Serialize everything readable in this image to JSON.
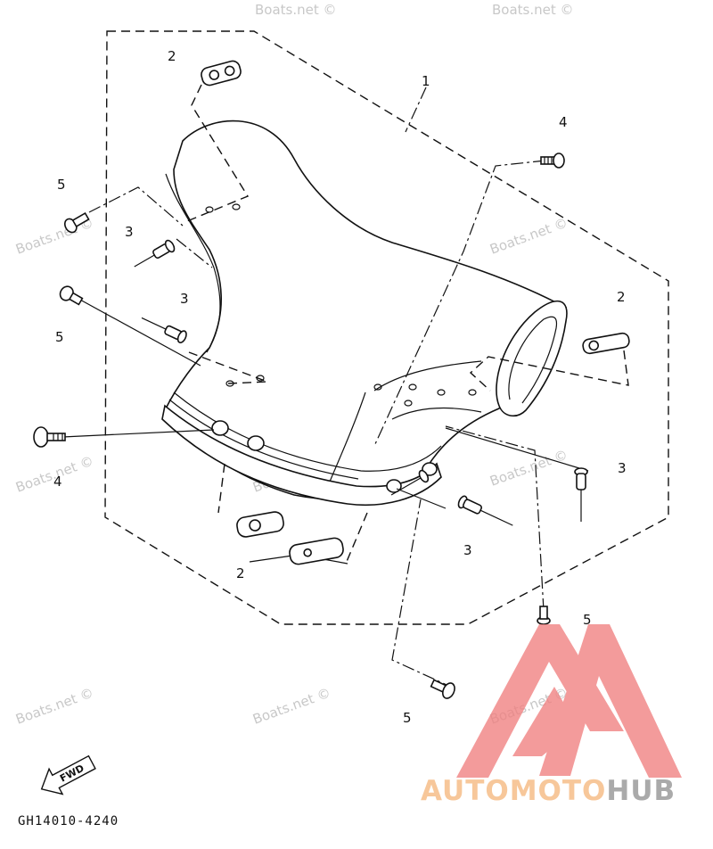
{
  "diagram": {
    "callouts": {
      "cowling": "1",
      "grommet_top": "2",
      "grommet_right": "2",
      "grommet_bottom": "2",
      "rivet_left_upper": "3",
      "rivet_left_mid": "3",
      "rivet_right": "3",
      "rivet_bottom": "3",
      "screw_top_right": "4",
      "screw_left": "4",
      "bolt_left_upper": "5",
      "bolt_left_mid": "5",
      "bolt_right": "5",
      "bolt_bottom": "5"
    },
    "part_code": "GH14010-4240",
    "fwd_label": "FWD",
    "watermark_text": "Boats.net ©",
    "logo": {
      "part1": "AUTOMOTO",
      "part2": "HUB",
      "accent_color": "#f08080",
      "text_color": "#f7c79a",
      "gray_color": "#aaaaaa"
    }
  }
}
